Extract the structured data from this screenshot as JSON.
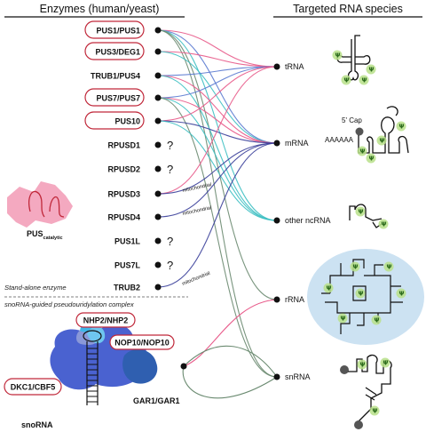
{
  "headers": {
    "left": "Enzymes (human/yeast)",
    "right": "Targeted RNA species"
  },
  "enzymes": [
    {
      "label": "PUS1/PUS1"
    },
    {
      "label": "PUS3/DEG1"
    },
    {
      "label": "TRUB1/PUS4"
    },
    {
      "label": "PUS7/PUS7"
    },
    {
      "label": "PUS10"
    },
    {
      "label": "RPUSD1"
    },
    {
      "label": "RPUSD2"
    },
    {
      "label": "RPUSD3"
    },
    {
      "label": "RPUSD4"
    },
    {
      "label": "PUS1L"
    },
    {
      "label": "PUS7L"
    },
    {
      "label": "TRUB2"
    }
  ],
  "unknown_mark": "?",
  "mito_label": "mitochondrial",
  "targets": [
    {
      "label": "tRNA"
    },
    {
      "label": "mRNA"
    },
    {
      "label": "other ncRNA"
    },
    {
      "label": "rRNA"
    },
    {
      "label": "snRNA"
    }
  ],
  "catalytic": {
    "main": "PUS",
    "sub": "catalytic"
  },
  "standalone_label": "Stand-alone enzyme",
  "complex_label": "snoRNA-guided pseudouridylation complex",
  "complex_proteins": {
    "nhp2": "NHP2/NHP2",
    "nop10": "NOP10/NOP10",
    "dkc1": "DKC1/CBF5",
    "gar1": "GAR1/GAR1",
    "snorna": "snoRNA"
  },
  "rna_annotations": {
    "cap": "5' Cap",
    "polya": "AAAAAA",
    "psi": "Ψ"
  },
  "colors": {
    "highlight_border": "#c0283a",
    "pink": "#e85a8a",
    "blue": "#5a7ad0",
    "teal": "#3cbfc2",
    "gray_green": "#6a8a70",
    "dark_blue": "#3a3f9a",
    "psi_fill": "#b8e08a",
    "catalytic_fill": "#f4a9c0",
    "complex_blue": "#4a62d0"
  }
}
